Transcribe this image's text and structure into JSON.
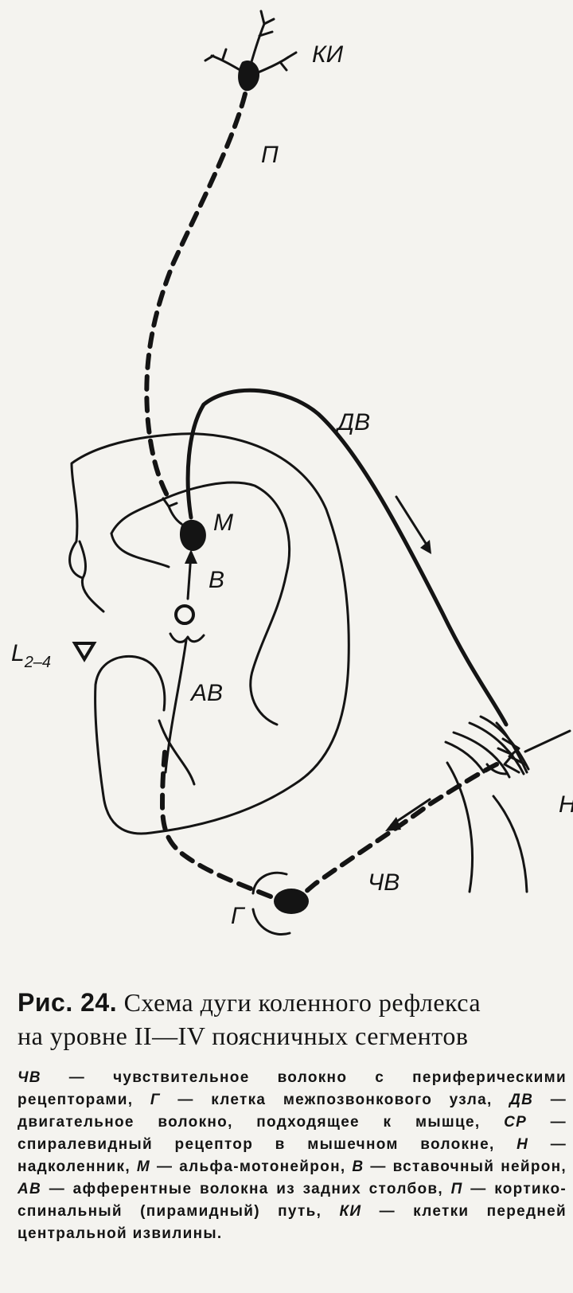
{
  "figure": {
    "labels": {
      "ki": "КИ",
      "p": "П",
      "dv": "ДВ",
      "m": "М",
      "v": "В",
      "l_main": "L",
      "l_sub": "2–4",
      "av": "АВ",
      "n": "Н",
      "chv": "ЧВ",
      "g": "Г"
    }
  },
  "caption": {
    "fig_num": "Рис. 24.",
    "title_line1": "Схема дуги коленного рефлекса",
    "title_line2": "на уровне II—IV поясничных сегментов",
    "items": [
      {
        "abbr": "ЧВ",
        "text": " — чувствительное волокно с периферическими рецепторами, "
      },
      {
        "abbr": "Г",
        "text": " — клетка межпозвонкового узла, "
      },
      {
        "abbr": "ДВ",
        "text": " — двигательное волокно, подходящее к мышце, "
      },
      {
        "abbr": "СР",
        "text": " — спиралевидный рецептор в мышечном волокне, "
      },
      {
        "abbr": "Н",
        "text": " — надколенник, "
      },
      {
        "abbr": "М",
        "text": " — альфа-мотонейрон, "
      },
      {
        "abbr": "В",
        "text": " — вставочный нейрон, "
      },
      {
        "abbr": "АВ",
        "text": " — афферентные волокна из задних столбов, "
      },
      {
        "abbr": "П",
        "text": " — кортико-спинальный (пирамидный) путь, "
      },
      {
        "abbr": "КИ",
        "text": " — клетки передней центральной извилины."
      }
    ]
  }
}
